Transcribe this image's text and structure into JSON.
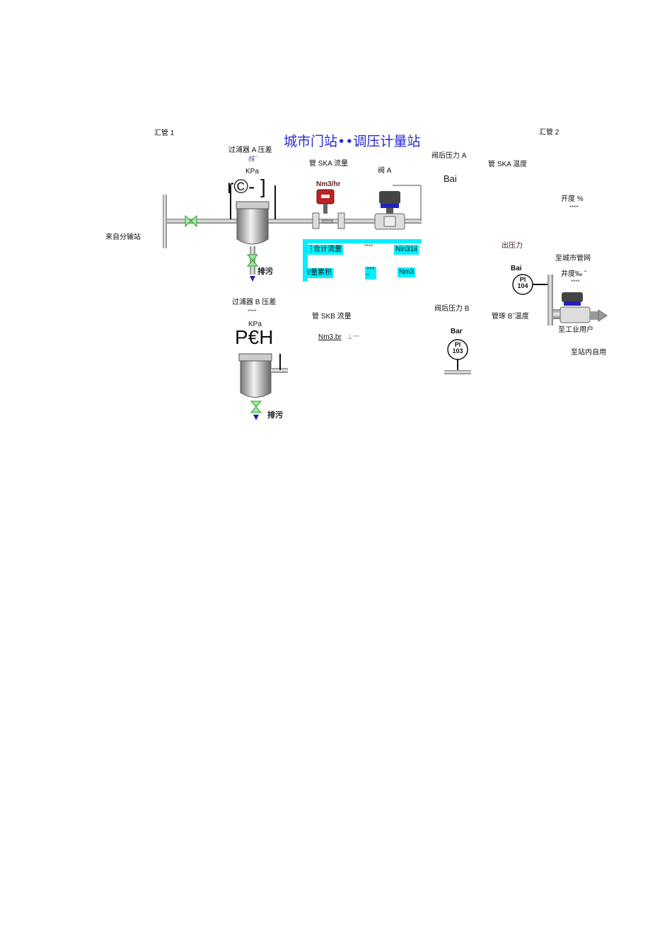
{
  "title": "城市门站••调压计量站",
  "labels": {
    "header1": "汇管 1",
    "header2": "汇管 2",
    "source": "来自分输站",
    "filter_a_dp": "过浦器 A 压差",
    "filter_a_val": "株˝",
    "filter_a_unit": "KPa",
    "filter_a_gauge": "r©- ]",
    "flow_a": "管 SKA 流量",
    "flow_a_unit": "Nm3/hr",
    "valve_a": "阀 A",
    "post_pressure_a": "阀后压力 A",
    "post_pressure_a_unit": "Bai",
    "temp_a": "管 SKA 温度",
    "opening": "开度 %",
    "opening_val": "****",
    "total_flow": "┆合计流量",
    "total_flow_val": "****",
    "total_flow_unit": "Nin31ii",
    "total_volume": "ǐ/量累积",
    "total_volume_val": "***\n*",
    "total_volume_unit": "Nm3",
    "drain_a": "排污",
    "outlet_pressure": "出压力",
    "to_city": "至城市管网",
    "pi104_unit": "Bai",
    "pi104": "PI\n104",
    "opening2": "井度‰ ˝",
    "opening2_val": "****",
    "filter_b_dp": "过浦器 B 压差",
    "filter_b_val": "****",
    "filter_b_unit": "KPa",
    "filter_b_gauge": "P€H",
    "flow_b": "管 SKB 流量",
    "flow_b_unit": "Nm3.br",
    "flow_b_extra": "⊥一",
    "post_pressure_b": "阀后压力 B",
    "pi103_unit": "Bar",
    "pi103": "PI\n103",
    "temp_b": "管琢 B˝温度",
    "to_industry": "至工业用户",
    "to_self": "至站内自用",
    "drain_b": "排污"
  }
}
